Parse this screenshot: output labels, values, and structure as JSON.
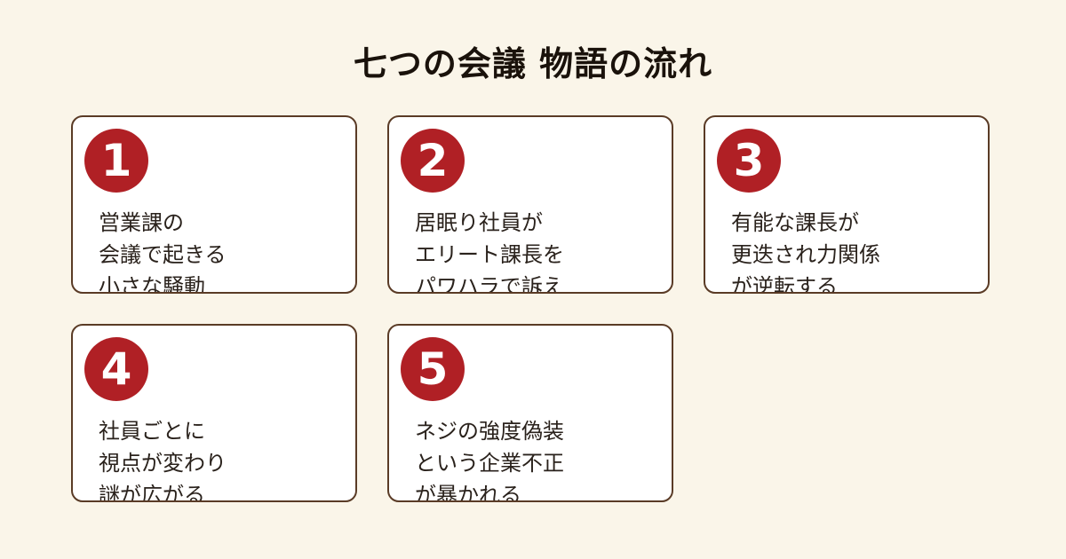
{
  "title": "七つの会議 物語の流れ",
  "colors": {
    "background": "#faf5e9",
    "card_border": "#5a3b26",
    "badge": "#b02025",
    "text": "#2a221c"
  },
  "steps": [
    {
      "number": "1",
      "lines": [
        "営業課の",
        "会議で起きる",
        "小さな騒動"
      ]
    },
    {
      "number": "2",
      "lines": [
        "居眠り社員が",
        "エリート課長を",
        "パワハラで訴え"
      ]
    },
    {
      "number": "3",
      "lines": [
        "有能な課長が",
        "更迭され力関係",
        "が逆転する"
      ]
    },
    {
      "number": "4",
      "lines": [
        "社員ごとに",
        "視点が変わり",
        "謎が広がる"
      ]
    },
    {
      "number": "5",
      "lines": [
        "ネジの強度偽装",
        "という企業不正",
        "が暴かれる"
      ]
    }
  ]
}
